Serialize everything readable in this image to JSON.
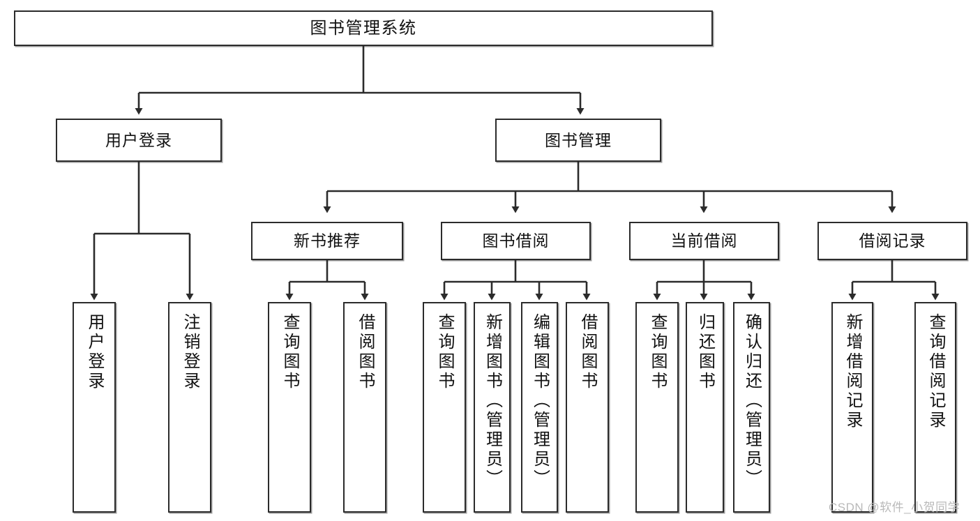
{
  "diagram": {
    "title": "图书管理系统",
    "root": {
      "label": "图书管理系统"
    },
    "level2": [
      {
        "label": "用户登录"
      },
      {
        "label": "图书管理"
      }
    ],
    "level3": [
      {
        "label": "新书推荐"
      },
      {
        "label": "图书借阅"
      },
      {
        "label": "当前借阅"
      },
      {
        "label": "借阅记录"
      }
    ],
    "leaves": {
      "user_login": [
        {
          "label": "用户登录"
        },
        {
          "label": "注销登录"
        }
      ],
      "new_book_recommend": [
        {
          "label": "查询图书"
        },
        {
          "label": "借阅图书"
        }
      ],
      "book_borrow": [
        {
          "label": "查询图书"
        },
        {
          "label": "新增图书（管理员）"
        },
        {
          "label": "编辑图书（管理员）"
        },
        {
          "label": "借阅图书"
        }
      ],
      "current_borrow": [
        {
          "label": "查询图书"
        },
        {
          "label": "归还图书"
        },
        {
          "label": "确认归还（管理员）"
        }
      ],
      "borrow_record": [
        {
          "label": "新增借阅记录"
        },
        {
          "label": "查询借阅记录"
        }
      ]
    }
  },
  "watermark": {
    "text": "CSDN @软件_小贺同学"
  },
  "colors": {
    "stroke": "#2b2b2b",
    "fill": "#ffffff",
    "text": "#111111",
    "watermark": "#b9b9b9"
  }
}
